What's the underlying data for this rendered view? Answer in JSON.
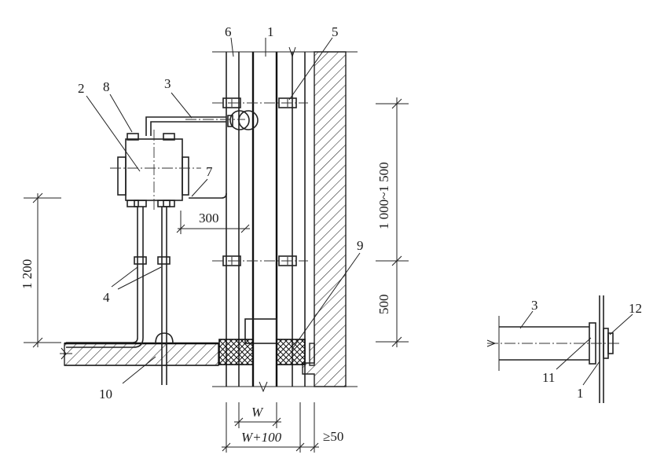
{
  "callouts": {
    "n1": "1",
    "n2": "2",
    "n3": "3",
    "n4": "4",
    "n5": "5",
    "n6": "6",
    "n7": "7",
    "n8": "8",
    "n9": "9",
    "n10": "10",
    "d_n3": "3",
    "d_n11": "11",
    "d_n1": "1",
    "d_n12": "12"
  },
  "dimensions": {
    "h1200": "1 200",
    "h300": "300",
    "h1000_1500": "1 000~1 500",
    "h500": "500",
    "w": "W",
    "w100": "W+100",
    "ge50": "≥50"
  }
}
